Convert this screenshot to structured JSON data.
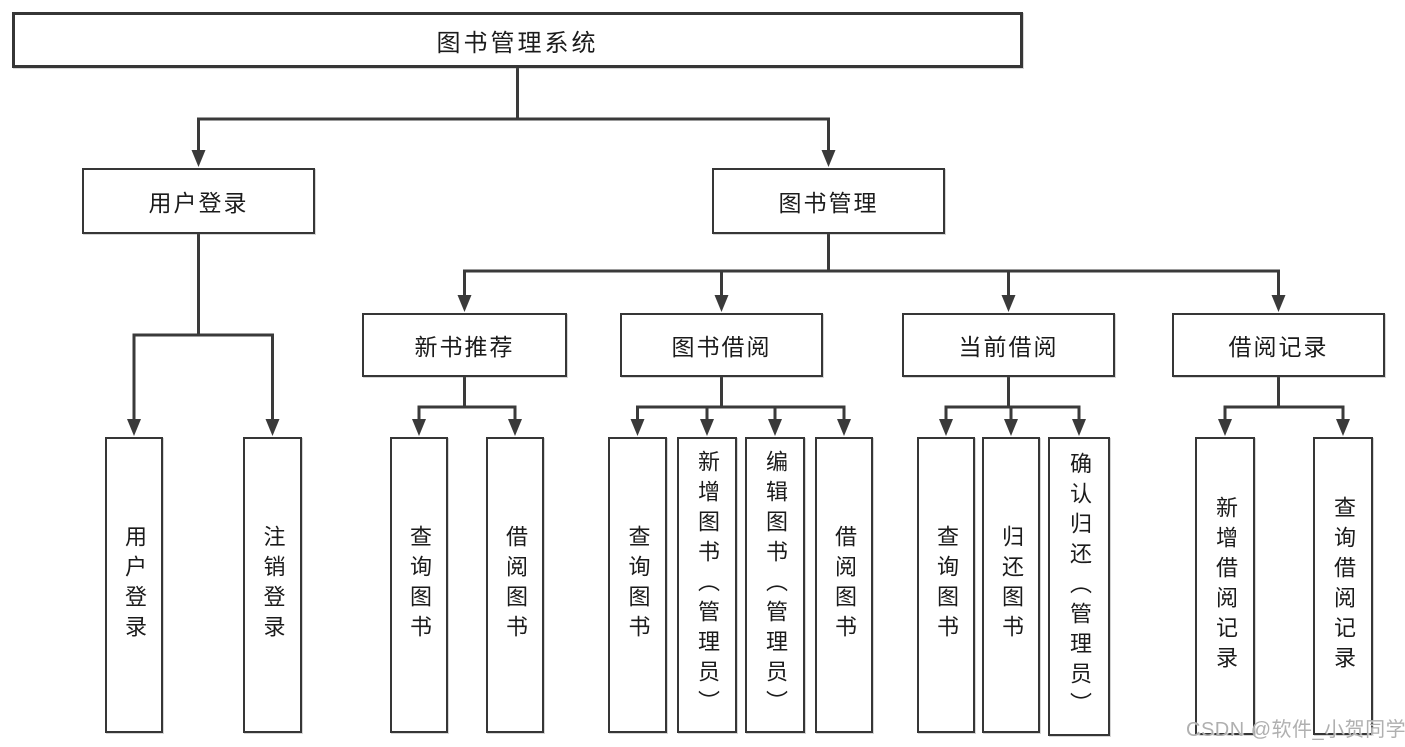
{
  "tree": {
    "label": "图书管理系统",
    "children": [
      {
        "label": "用户登录",
        "children": [
          {
            "label": "用户登录"
          },
          {
            "label": "注销登录"
          }
        ]
      },
      {
        "label": "图书管理",
        "children": [
          {
            "label": "新书推荐",
            "children": [
              {
                "label": "查询图书"
              },
              {
                "label": "借阅图书"
              }
            ]
          },
          {
            "label": "图书借阅",
            "children": [
              {
                "label": "查询图书"
              },
              {
                "label": "新增图书（管理员）"
              },
              {
                "label": "编辑图书（管理员）"
              },
              {
                "label": "借阅图书"
              }
            ]
          },
          {
            "label": "当前借阅",
            "children": [
              {
                "label": "查询图书"
              },
              {
                "label": "归还图书"
              },
              {
                "label": "确认归还（管理员）"
              }
            ]
          },
          {
            "label": "借阅记录",
            "children": [
              {
                "label": "新增借阅记录"
              },
              {
                "label": "查询借阅记录"
              }
            ]
          }
        ]
      }
    ]
  },
  "watermark": "CSDN @软件_小贺同学",
  "colors": {
    "line": "#3a3a3a",
    "border": "#363636",
    "text": "#1b1b1b",
    "bg": "#ffffff",
    "watermark": "#b0b0b0"
  }
}
